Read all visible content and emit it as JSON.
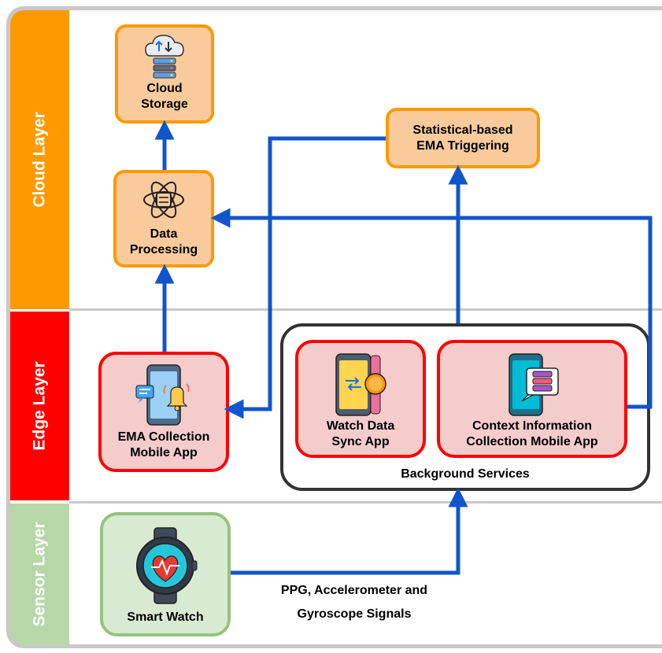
{
  "layers": {
    "cloud": "Cloud Layer",
    "edge": "Edge Layer",
    "sensor": "Sensor Layer"
  },
  "nodes": {
    "cloud_storage": [
      "Cloud",
      "Storage"
    ],
    "data_processing": [
      "Data",
      "Processing"
    ],
    "statistical_triggering": [
      "Statistical-based",
      "EMA Triggering"
    ],
    "ema_collection": [
      "EMA Collection",
      "Mobile App"
    ],
    "watch_sync": [
      "Watch Data",
      "Sync App"
    ],
    "context_collection": [
      "Context Information",
      "Collection Mobile App"
    ],
    "smart_watch": [
      "Smart Watch"
    ]
  },
  "background_services_label": "Background Services",
  "signals_label": [
    "PPG, Accelerometer and",
    "Gyroscope Signals"
  ],
  "colors": {
    "cloud_band": "#ff9900",
    "edge_band": "#ff0000",
    "sensor_band": "#b6d7a8",
    "arrow": "#1155cc"
  },
  "icons": [
    "cloud-server-icon",
    "atom-processing-icon",
    "phone-notification-icon",
    "phone-watch-sync-icon",
    "phone-database-icon",
    "smartwatch-heart-icon"
  ]
}
